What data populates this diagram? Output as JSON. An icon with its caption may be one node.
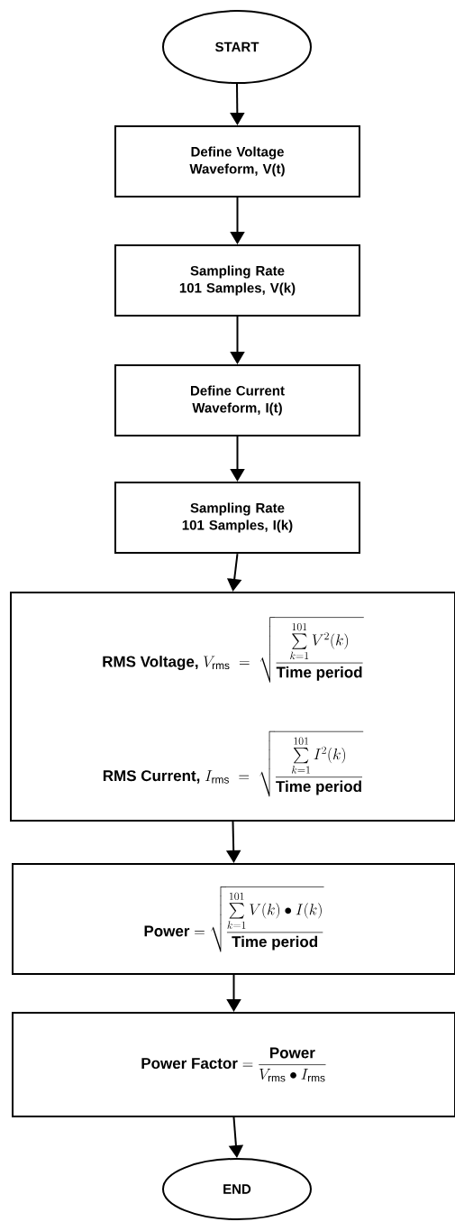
{
  "diagram": {
    "nodes": [
      {
        "text": [
          "START"
        ]
      },
      {
        "text": [
          "Define Voltage Waveform, V(t)"
        ]
      },
      {
        "text": [
          "Sampling Rate 101 Samples, V(k)"
        ]
      },
      {
        "text": [
          "Define Current Waveform, I(t)"
        ]
      },
      {
        "text": [
          "Sampling Rate 101 Samples, I(k)"
        ]
      },
      {
        "text": [
          "\\text{RMS Voltage, } V_{\\mathrm{rms}} \\;=\\; \\sqrt{\\dfrac{\\sum\\limits_{k=1}^{101} V^{2}(k)}{\\text{Time period}}}",
          "\\text{RMS Current, } I_{\\mathrm{rms}} \\;=\\; \\sqrt{\\dfrac{\\sum\\limits_{k=1}^{101} I^{2}(k)}{\\text{Time period}}}"
        ]
      },
      {
        "text": [
          "\\text{Power} = \\sqrt{\\dfrac{\\sum\\limits_{k=1}^{101} V(k)\\bullet I(k)}{\\text{Time period}}}"
        ]
      },
      {
        "text": [
          "\\text{Power Factor} = \\dfrac{\\text{Power}}{V_{\\mathrm{rms}}\\bullet I_{\\mathrm{rms}}}"
        ]
      },
      {
        "text": [
          "END"
        ]
      }
    ],
    "edges": [
      {
        "from": 0,
        "to": 1,
        "arrow": "to"
      },
      {
        "from": 1,
        "to": 2,
        "arrow": "to"
      },
      {
        "from": 2,
        "to": 3,
        "arrow": "to"
      },
      {
        "from": 3,
        "to": 4,
        "arrow": "to"
      },
      {
        "from": 4,
        "to": 5,
        "arrow": "to"
      },
      {
        "from": 5,
        "to": 6,
        "arrow": "to"
      },
      {
        "from": 6,
        "to": 7,
        "arrow": "to"
      },
      {
        "from": 7,
        "to": 8,
        "arrow": "to"
      }
    ]
  }
}
